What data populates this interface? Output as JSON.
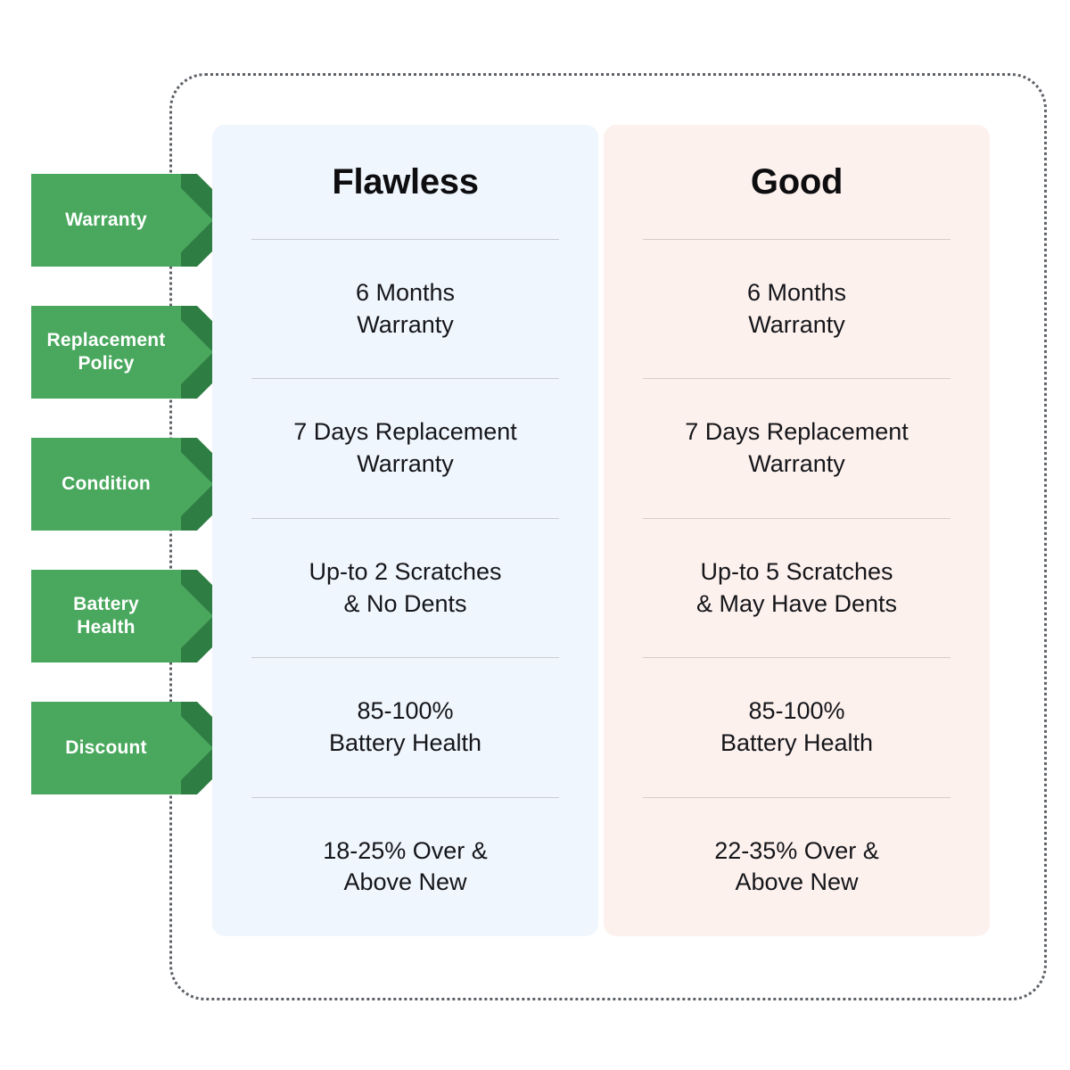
{
  "frame": {
    "style": "dotted-rounded-border"
  },
  "colors": {
    "green_light": "#4aa85e",
    "green_dark": "#2e7d43",
    "card_flawless_bg": "#f0f6fd",
    "card_good_bg": "#fdf1ee",
    "divider": "#c8ccd3",
    "frame_border": "#5d6166",
    "text": "#15161a",
    "label_text": "#ffffff"
  },
  "row_labels": [
    {
      "text": "Warranty"
    },
    {
      "text": "Replacement\nPolicy",
      "line1": "Replacement",
      "line2": "Policy"
    },
    {
      "text": "Condition"
    },
    {
      "text": "Battery\nHealth",
      "line1": "Battery",
      "line2": "Health"
    },
    {
      "text": "Discount"
    }
  ],
  "columns": [
    {
      "title": "Flawless",
      "theme": "blue",
      "cells": [
        {
          "line1": "6 Months",
          "line2": "Warranty"
        },
        {
          "line1": "7 Days Replacement",
          "line2": "Warranty"
        },
        {
          "line1": "Up-to 2 Scratches",
          "line2": "& No Dents"
        },
        {
          "line1": "85-100%",
          "line2": "Battery Health"
        },
        {
          "line1": "18-25% Over &",
          "line2": "Above New"
        }
      ]
    },
    {
      "title": "Good",
      "theme": "pink",
      "cells": [
        {
          "line1": "6 Months",
          "line2": "Warranty"
        },
        {
          "line1": "7 Days Replacement",
          "line2": "Warranty"
        },
        {
          "line1": "Up-to 5 Scratches",
          "line2": "& May Have Dents"
        },
        {
          "line1": "85-100%",
          "line2": "Battery Health"
        },
        {
          "line1": "22-35% Over &",
          "line2": "Above New"
        }
      ]
    }
  ]
}
